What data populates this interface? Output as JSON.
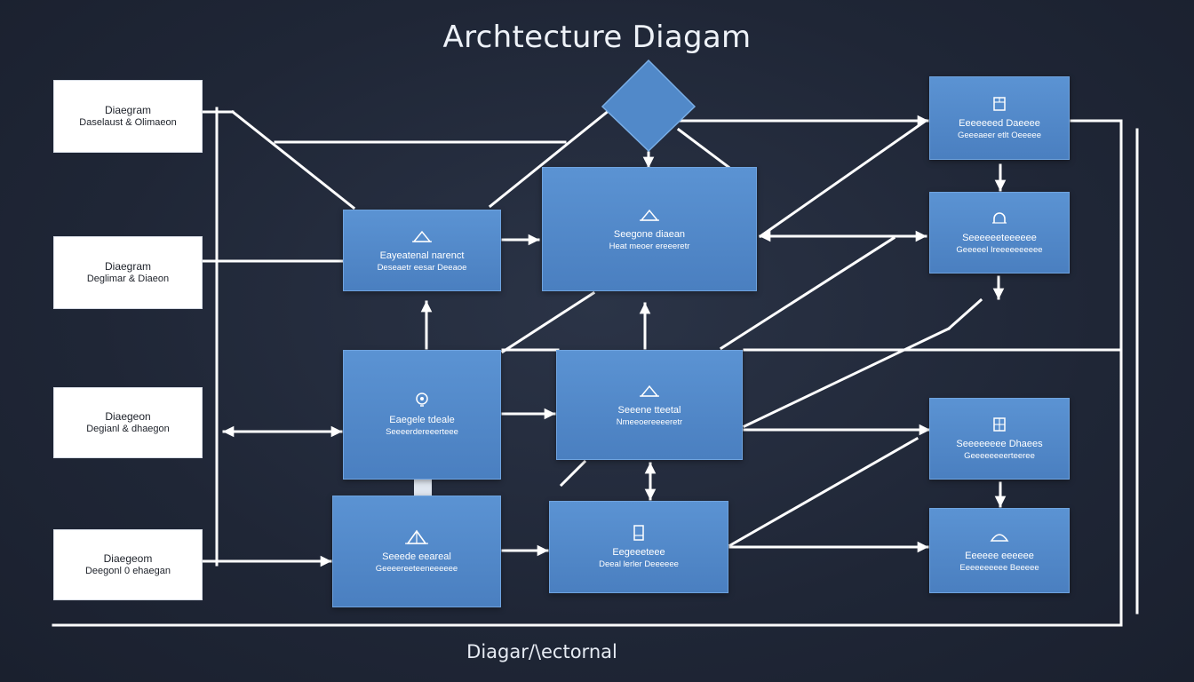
{
  "title": "Archtecture Diagam",
  "footer": "Diagar/\\ectornal",
  "colors": {
    "background": "#222a3a",
    "box_blue": "#5189c9",
    "wire": "#ffffff"
  },
  "left_boxes": [
    {
      "line1": "Diaegram",
      "line2": "Daselaust & Olimaeon"
    },
    {
      "line1": "Diaegram",
      "line2": "Deglimar & Diaeon"
    },
    {
      "line1": "Diaegeon",
      "line2": "Degianl & dhaegon"
    },
    {
      "line1": "Diaegeom",
      "line2": "Deegonl 0 ehaegan"
    }
  ],
  "blue_boxes": {
    "b1": {
      "icon": "triangle-icon",
      "line1": "Eayeatenal narenct",
      "line2": "Deseaetr eesar Deeaoe"
    },
    "b2": {
      "icon": "triangle-icon",
      "line1": "Seegone diaean",
      "line2": "Heat meoer ereeeretr"
    },
    "b3": {
      "icon": "bulb-icon",
      "line1": "Eaegele tdeale",
      "line2": "Seeeerdereeerteee"
    },
    "b4": {
      "icon": "triangle-icon",
      "line1": "Seeene tteetal",
      "line2": "Nmeeoereeeeretr"
    },
    "b5": {
      "icon": "triangle-icon",
      "line1": "Seeede eeareal",
      "line2": "Geeeereeteeneeeeee"
    },
    "b6": {
      "icon": "device-icon",
      "line1": "Eegeeeteee",
      "line2": "Deeal lerler Deeeeee"
    },
    "r1": {
      "icon": "grid-icon",
      "line1": "Eeeeeeed Daeeee",
      "line2": "Geeeaeer etlt Oeeeee"
    },
    "r2": {
      "icon": "dome-icon",
      "line1": "Seeeeeeteeeeee",
      "line2": "Geeeeel Ireeeeeeeeee"
    },
    "r3": {
      "icon": "grid-icon",
      "line1": "Seeeeeeee Dhaees",
      "line2": "Geeeeeeeerteeree"
    },
    "r4": {
      "icon": "dome-icon",
      "line1": "Eeeeee eeeeee",
      "line2": "Eeeeeeeeee Beeeee"
    }
  }
}
